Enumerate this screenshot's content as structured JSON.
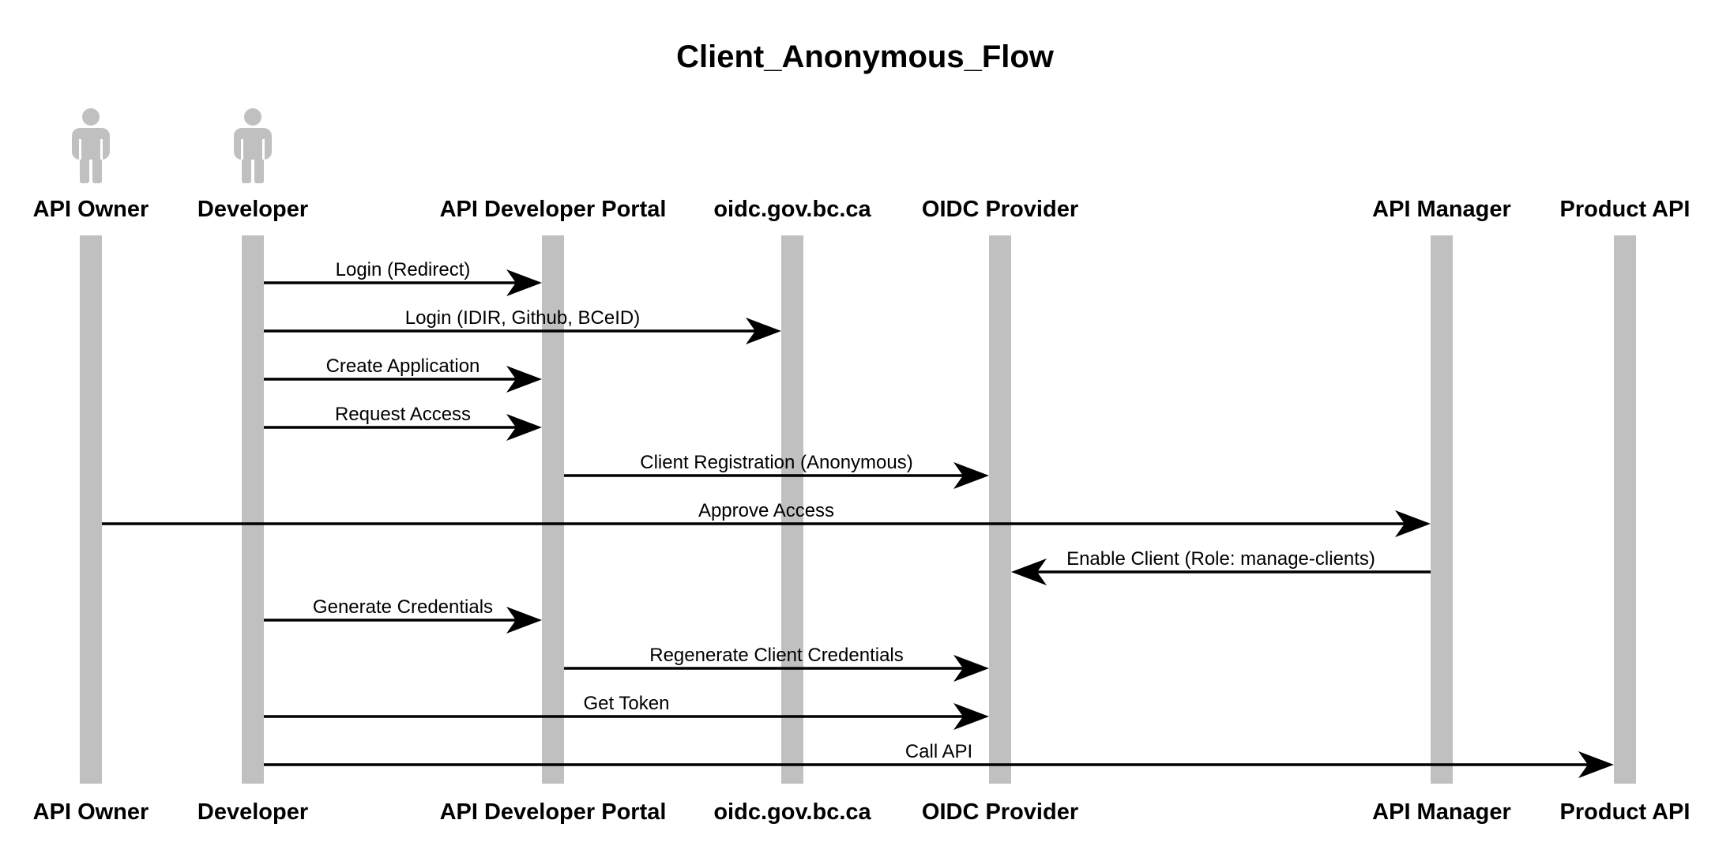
{
  "title": "Client_Anonymous_Flow",
  "colors": {
    "lifeline": "#c0c0c0",
    "actor": "#c0c0c0",
    "message": "#000000",
    "text": "#000000",
    "background": "#ffffff"
  },
  "participants": [
    {
      "id": "api-owner",
      "label": "API Owner",
      "kind": "actor",
      "icon": "person-icon"
    },
    {
      "id": "developer",
      "label": "Developer",
      "kind": "actor",
      "icon": "person-icon"
    },
    {
      "id": "api-developer-portal",
      "label": "API Developer Portal",
      "kind": "participant"
    },
    {
      "id": "oidc-gov-bc-ca",
      "label": "oidc.gov.bc.ca",
      "kind": "participant"
    },
    {
      "id": "oidc-provider",
      "label": "OIDC Provider",
      "kind": "participant"
    },
    {
      "id": "api-manager",
      "label": "API Manager",
      "kind": "participant"
    },
    {
      "id": "product-api",
      "label": "Product API",
      "kind": "participant"
    }
  ],
  "messages": [
    {
      "from": "developer",
      "to": "api-developer-portal",
      "label": "Login (Redirect)"
    },
    {
      "from": "developer",
      "to": "oidc-gov-bc-ca",
      "label": "Login (IDIR, Github, BCeID)"
    },
    {
      "from": "developer",
      "to": "api-developer-portal",
      "label": "Create Application"
    },
    {
      "from": "developer",
      "to": "api-developer-portal",
      "label": "Request Access"
    },
    {
      "from": "api-developer-portal",
      "to": "oidc-provider",
      "label": "Client Registration (Anonymous)"
    },
    {
      "from": "api-owner",
      "to": "api-manager",
      "label": "Approve Access"
    },
    {
      "from": "api-manager",
      "to": "oidc-provider",
      "label": "Enable Client (Role: manage-clients)"
    },
    {
      "from": "developer",
      "to": "api-developer-portal",
      "label": "Generate Credentials"
    },
    {
      "from": "api-developer-portal",
      "to": "oidc-provider",
      "label": "Regenerate Client Credentials"
    },
    {
      "from": "developer",
      "to": "oidc-provider",
      "label": "Get Token"
    },
    {
      "from": "developer",
      "to": "product-api",
      "label": "Call API"
    }
  ]
}
